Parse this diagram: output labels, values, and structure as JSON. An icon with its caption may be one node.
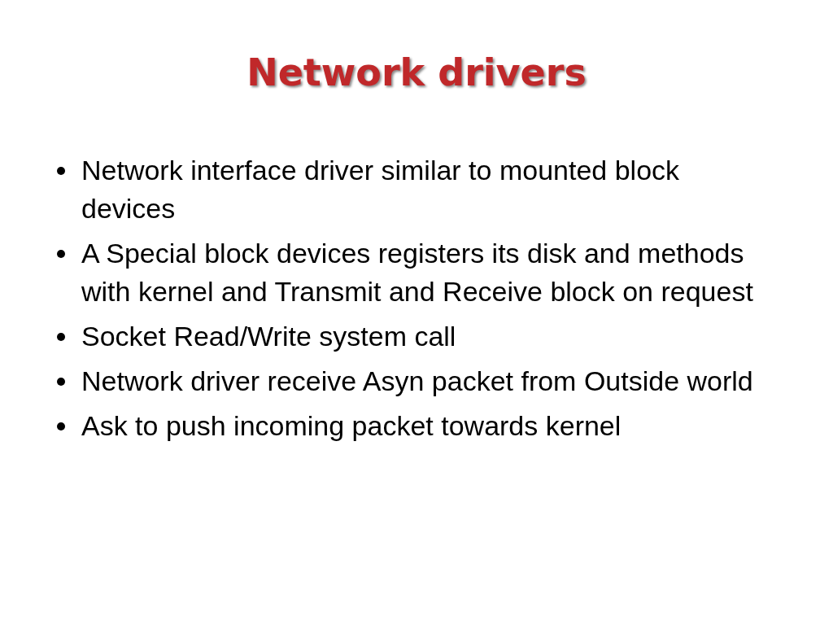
{
  "diagram": {
    "title": "Network drivers",
    "labels": [
      "Network interface driver similar to mounted block devices",
      "A Special block devices registers its disk and methods with kernel and Transmit and Receive block on request",
      "Socket Read/Write system call",
      "Network driver receive Asyn packet from Outside world",
      "Ask to push incoming packet towards kernel"
    ]
  }
}
